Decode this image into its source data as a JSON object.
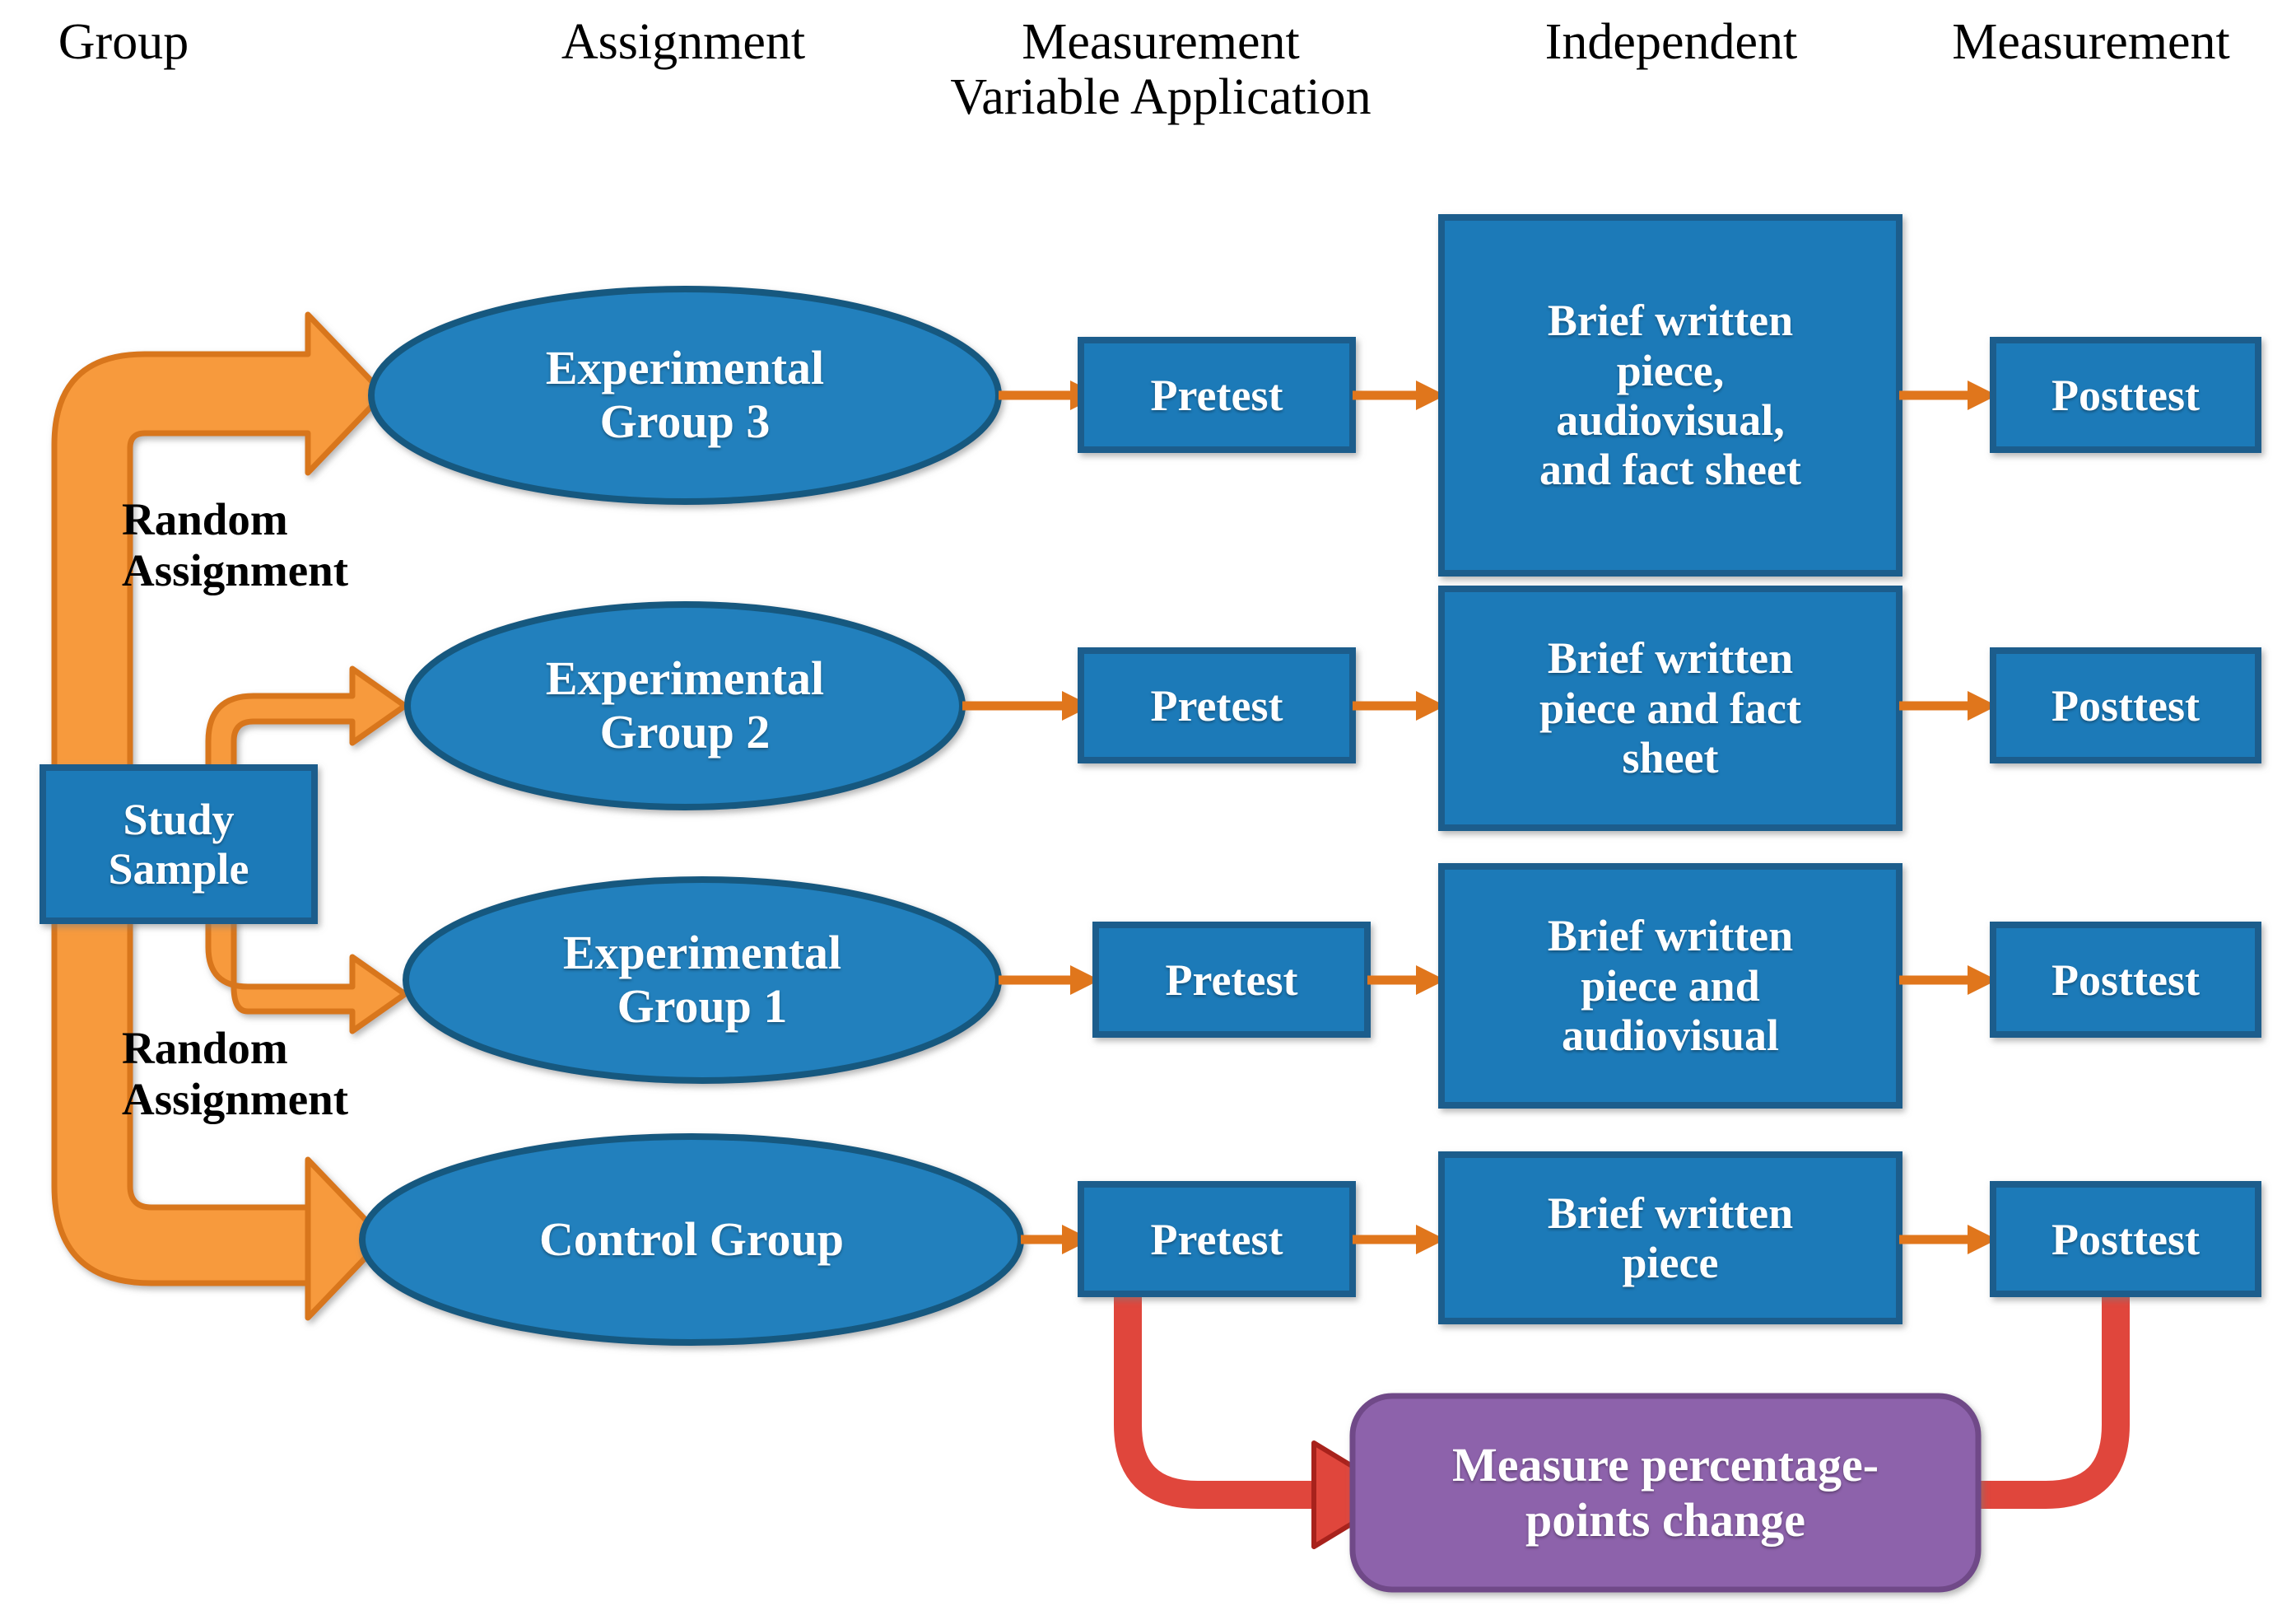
{
  "diagram": {
    "title": "Experimental design flow diagram",
    "colors": {
      "node_fill": "#1f7ab8",
      "node_stroke": "#1b5d8c",
      "ellipse_fill": "#2180bd",
      "ellipse_stroke": "#18587f",
      "purple_fill": "#8d62ab",
      "purple_stroke": "#6f4a88",
      "orange_fill": "#f79a3c",
      "orange_stroke": "#d8761b",
      "orange_connector": "#e0761c",
      "red_fill": "#e0463c",
      "red_stroke": "#a8221c",
      "text_on_node": "#ffffff",
      "header_text": "#000000",
      "background": "#ffffff"
    }
  },
  "headers": [
    {
      "id": "group",
      "label": "Group"
    },
    {
      "id": "assignment",
      "label": "Assignment"
    },
    {
      "id": "measurement-variable-application",
      "label": "Measurement\nVariable Application"
    },
    {
      "id": "independent",
      "label": "Independent"
    },
    {
      "id": "measurement",
      "label": "Measurement"
    }
  ],
  "source": {
    "label": "Study\nSample"
  },
  "annotations": [
    {
      "id": "random-assignment-top",
      "label": "Random\nAssignment"
    },
    {
      "id": "random-assignment-bottom",
      "label": "Random\nAssignment"
    }
  ],
  "rows": [
    {
      "id": "experimental-group-3",
      "group": "Experimental\nGroup 3",
      "pretest": "Pretest",
      "independent_variable": "Brief written\npiece,\naudiovisual,\nand fact sheet",
      "posttest": "Posttest"
    },
    {
      "id": "experimental-group-2",
      "group": "Experimental\nGroup 2",
      "pretest": "Pretest",
      "independent_variable": "Brief written\npiece and fact\nsheet",
      "posttest": "Posttest"
    },
    {
      "id": "experimental-group-1",
      "group": "Experimental\nGroup 1",
      "pretest": "Pretest",
      "independent_variable": "Brief written\npiece and\naudiovisual",
      "posttest": "Posttest"
    },
    {
      "id": "control-group",
      "group": "Control Group",
      "pretest": "Pretest",
      "independent_variable": "Brief written\npiece",
      "posttest": "Posttest"
    }
  ],
  "outcome": {
    "label": "Measure percentage-\npoints change"
  }
}
